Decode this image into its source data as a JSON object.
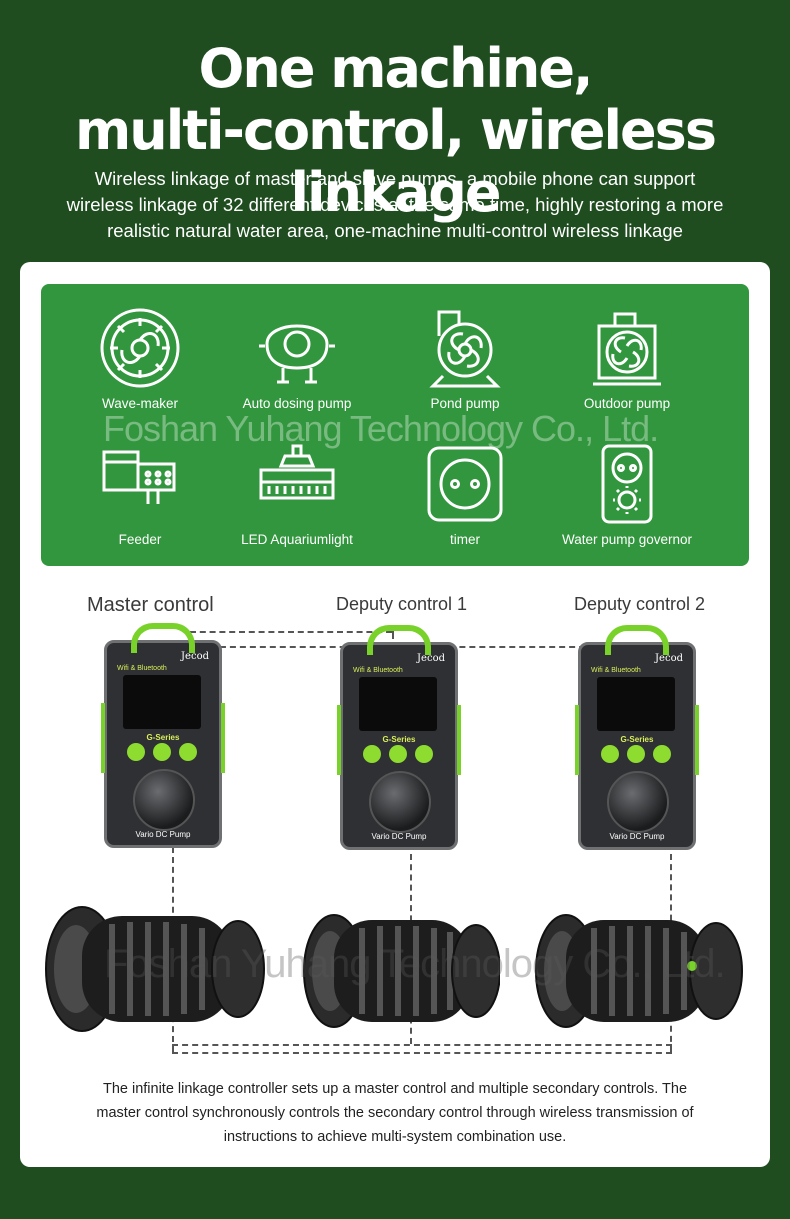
{
  "headline": {
    "line1": "One machine,",
    "line2": "multi-control, wireless linkage"
  },
  "subtitle": {
    "line1": "Wireless linkage of master and slave pumps, a mobile phone can support",
    "line2": "wireless linkage of 32 different devices at the same time, highly restoring a more",
    "line3": "realistic natural water area, one-machine multi-control wireless linkage"
  },
  "devices": [
    {
      "label": "Wave-maker",
      "icon": "wave-maker-icon"
    },
    {
      "label": "Auto dosing pump",
      "icon": "dosing-pump-icon"
    },
    {
      "label": "Pond pump",
      "icon": "pond-pump-icon"
    },
    {
      "label": "Outdoor pump",
      "icon": "outdoor-pump-icon"
    },
    {
      "label": "Feeder",
      "icon": "feeder-icon"
    },
    {
      "label": "LED Aquariumlight",
      "icon": "led-light-icon"
    },
    {
      "label": "timer",
      "icon": "timer-socket-icon"
    },
    {
      "label": "Water pump governor",
      "icon": "pump-governor-icon"
    }
  ],
  "watermark": "Foshan Yuhang Technology Co., Ltd.",
  "controllers": [
    {
      "label": "Master control",
      "brand": "Jecod",
      "wifi": "Wifi & Bluetooth",
      "series": "G-Series",
      "model": "Vario DC Pump"
    },
    {
      "label": "Deputy control 1",
      "brand": "Jecod",
      "wifi": "Wifi & Bluetooth",
      "series": "G-Series",
      "model": "Vario DC Pump"
    },
    {
      "label": "Deputy control 2",
      "brand": "Jecod",
      "wifi": "Wifi & Bluetooth",
      "series": "G-Series",
      "model": "Vario DC Pump"
    }
  ],
  "description": {
    "line1": "The infinite linkage controller sets up a master control and multiple secondary controls. The",
    "line2": "master control synchronously controls the secondary control through wireless transmission of",
    "line3": "instructions to achieve multi-system combination use."
  },
  "colors": {
    "background": "#1f4d20",
    "panel_green": "#31963d",
    "accent_lime": "#78d22a"
  }
}
